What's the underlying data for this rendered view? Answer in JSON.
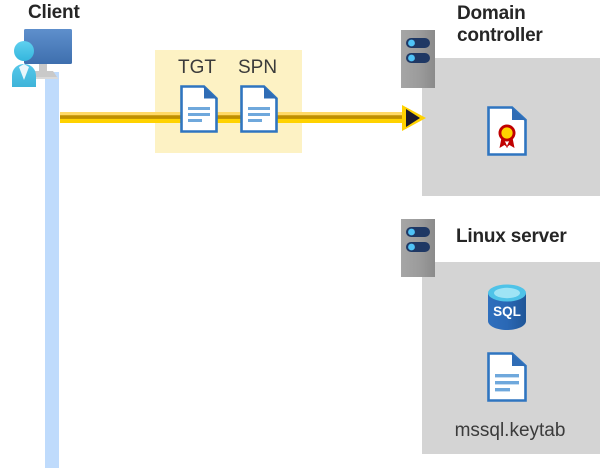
{
  "diagram": {
    "title": "Kerberos authentication flow between client, domain controller and Linux server",
    "background": "#ffffff",
    "colors": {
      "panel_gray": "#d4d4d4",
      "highlight_yellow": "#fdf2c4",
      "flow_yellow": "#ffd200",
      "flow_yellow_dark": "#bf8f00",
      "lifeline_blue": "#bfdbfc",
      "label_dark": "#262626",
      "accent_blue": "#2f75c0",
      "sql_blue": "#2a6cb5",
      "server_gray": "#9e9e9e",
      "server_pill_navy": "#1f3864",
      "seal_gold": "#ffd400",
      "seal_red": "#c00000"
    }
  },
  "actors": {
    "client": {
      "label": "Client",
      "icon": "user-at-monitor-icon",
      "lifeline": "client-lifeline"
    },
    "domain_controller": {
      "label": "Domain\ncontroller",
      "icon": "server-rack-icon",
      "contents": [
        {
          "icon": "certificate-document-icon",
          "label": ""
        }
      ]
    },
    "linux_server": {
      "label": "Linux server",
      "icon": "server-rack-icon",
      "contents": [
        {
          "icon": "sql-database-icon",
          "label": "SQL"
        },
        {
          "icon": "document-icon",
          "label": "mssql.keytab"
        }
      ]
    }
  },
  "flow": {
    "direction": "client-to-domain-controller",
    "arrow_head": "solid-triangle-right",
    "payload_box": {
      "items": [
        {
          "tag": "TGT",
          "icon": "document-icon"
        },
        {
          "tag": "SPN",
          "icon": "document-icon"
        }
      ]
    }
  },
  "labels": {
    "client": "Client",
    "domain_controller": "Domain\ncontroller",
    "linux_server": "Linux server",
    "tgt": "TGT",
    "spn": "SPN",
    "sql": "SQL",
    "keytab_file": "mssql.keytab"
  }
}
